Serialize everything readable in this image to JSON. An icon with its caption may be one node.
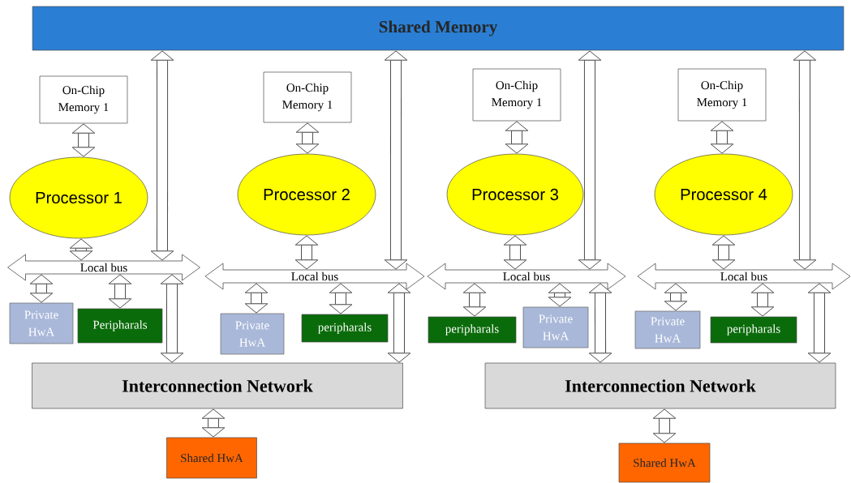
{
  "diagram": {
    "nodes": [
      {
        "text": [
          "Shared Memory"
        ]
      },
      {
        "text": [
          "On-Chip Memory 1"
        ]
      },
      {
        "text": [
          "On-Chip Memory 1"
        ]
      },
      {
        "text": [
          "On-Chip Memory 1"
        ]
      },
      {
        "text": [
          "On-Chip Memory 1"
        ]
      },
      {
        "text": [
          "Processor 1"
        ]
      },
      {
        "text": [
          "Processor 2"
        ]
      },
      {
        "text": [
          "Processor 3"
        ]
      },
      {
        "text": [
          "Processor 4"
        ]
      },
      {
        "text": [
          "Local bus"
        ]
      },
      {
        "text": [
          "Local bus"
        ]
      },
      {
        "text": [
          "Local bus"
        ]
      },
      {
        "text": [
          "Local bus"
        ]
      },
      {
        "text": [
          "Private HwA"
        ]
      },
      {
        "text": [
          "Peripharals"
        ]
      },
      {
        "text": [
          "Private HwA"
        ]
      },
      {
        "text": [
          "peripharals"
        ]
      },
      {
        "text": [
          "peripharals"
        ]
      },
      {
        "text": [
          "Private HwA"
        ]
      },
      {
        "text": [
          "Private HwA"
        ]
      },
      {
        "text": [
          "peripharals"
        ]
      },
      {
        "text": [
          "Interconnection Network"
        ]
      },
      {
        "text": [
          "Interconnection Network"
        ]
      },
      {
        "text": [
          "Shared HwA"
        ]
      },
      {
        "text": [
          "Shared HwA"
        ]
      }
    ],
    "edges": [
      {
        "from": 1,
        "to": 5,
        "arrow": "both"
      },
      {
        "from": 2,
        "to": 6,
        "arrow": "both"
      },
      {
        "from": 3,
        "to": 7,
        "arrow": "both"
      },
      {
        "from": 4,
        "to": 8,
        "arrow": "both"
      },
      {
        "from": 5,
        "to": 9,
        "arrow": "both"
      },
      {
        "from": 6,
        "to": 10,
        "arrow": "both"
      },
      {
        "from": 7,
        "to": 11,
        "arrow": "both"
      },
      {
        "from": 8,
        "to": 12,
        "arrow": "both"
      },
      {
        "from": 0,
        "to": 9,
        "arrow": "both"
      },
      {
        "from": 0,
        "to": 10,
        "arrow": "both"
      },
      {
        "from": 0,
        "to": 11,
        "arrow": "both"
      },
      {
        "from": 0,
        "to": 12,
        "arrow": "both"
      },
      {
        "from": 9,
        "to": 13,
        "arrow": "both"
      },
      {
        "from": 9,
        "to": 14,
        "arrow": "both"
      },
      {
        "from": 10,
        "to": 15,
        "arrow": "both"
      },
      {
        "from": 10,
        "to": 16,
        "arrow": "both"
      },
      {
        "from": 11,
        "to": 17,
        "arrow": "both"
      },
      {
        "from": 11,
        "to": 18,
        "arrow": "both"
      },
      {
        "from": 12,
        "to": 19,
        "arrow": "both"
      },
      {
        "from": 12,
        "to": 20,
        "arrow": "both"
      },
      {
        "from": 9,
        "to": 21,
        "arrow": "both"
      },
      {
        "from": 10,
        "to": 21,
        "arrow": "both"
      },
      {
        "from": 11,
        "to": 22,
        "arrow": "both"
      },
      {
        "from": 12,
        "to": 22,
        "arrow": "both"
      },
      {
        "from": 21,
        "to": 23,
        "arrow": "both"
      },
      {
        "from": 22,
        "to": 24,
        "arrow": "both"
      }
    ]
  }
}
